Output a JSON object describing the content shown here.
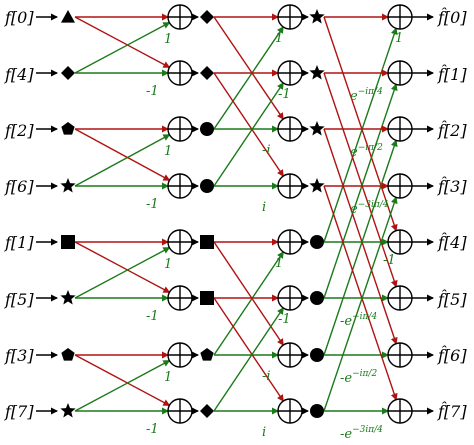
{
  "colors": {
    "red": "#b01212",
    "green": "#1a7a1a",
    "ink": "#000000"
  },
  "inputs": [
    "f[0]",
    "f[4]",
    "f[2]",
    "f[6]",
    "f[1]",
    "f[5]",
    "f[3]",
    "f[7]"
  ],
  "outputs": [
    "f̂[0]",
    "f̂[1]",
    "f̂[2]",
    "f̂[3]",
    "f̂[4]",
    "f̂[5]",
    "f̂[6]",
    "f̂[7]"
  ],
  "marker_shapes": {
    "input": [
      "triangle",
      "diamond",
      "pentagon",
      "star",
      "square",
      "star",
      "pentagon",
      "star"
    ],
    "stage1": [
      "diamond",
      "diamond",
      "circle",
      "circle",
      "square",
      "square",
      "pentagon",
      "diamond"
    ],
    "stage2": [
      "star",
      "star",
      "star",
      "star",
      "circle",
      "circle",
      "circle",
      "circle"
    ]
  },
  "stage1": {
    "pairs": [
      [
        0,
        1
      ],
      [
        2,
        3
      ],
      [
        4,
        5
      ],
      [
        6,
        7
      ]
    ],
    "twiddles": [
      "1",
      "-1",
      "1",
      "-1",
      "1",
      "-1",
      "1",
      "-1"
    ]
  },
  "stage2": {
    "pairs": [
      [
        0,
        2
      ],
      [
        1,
        3
      ],
      [
        4,
        6
      ],
      [
        5,
        7
      ]
    ],
    "twiddles": [
      "1",
      "-1",
      "-i",
      "i",
      "1",
      "-1",
      "-i",
      "i"
    ]
  },
  "stage3": {
    "pairs": [
      [
        0,
        4
      ],
      [
        1,
        5
      ],
      [
        2,
        6
      ],
      [
        3,
        7
      ]
    ],
    "twiddles": [
      {
        "base": "1",
        "sup": ""
      },
      {
        "base": "e",
        "sup": "−iπ/4"
      },
      {
        "base": "e",
        "sup": "−iπ/2"
      },
      {
        "base": "e",
        "sup": "−3iπ/4"
      },
      {
        "base": "-1",
        "sup": ""
      },
      {
        "base": "-e",
        "sup": "−iπ/4"
      },
      {
        "base": "-e",
        "sup": "−iπ/2"
      },
      {
        "base": "-e",
        "sup": "−3iπ/4"
      }
    ]
  }
}
